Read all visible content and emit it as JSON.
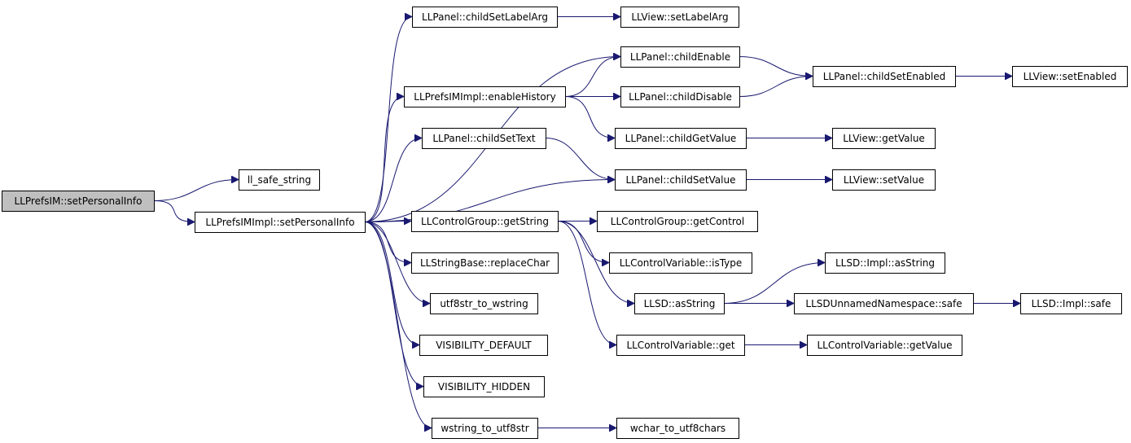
{
  "nodes": [
    {
      "id": "root",
      "label": "LLPrefsIM::setPersonalInfo",
      "root": true
    },
    {
      "id": "ll_safe_string",
      "label": "ll_safe_string"
    },
    {
      "id": "impl_setPersonalInfo",
      "label": "LLPrefsIMImpl::setPersonalInfo"
    },
    {
      "id": "childSetLabelArg",
      "label": "LLPanel::childSetLabelArg"
    },
    {
      "id": "view_setLabelArg",
      "label": "LLView::setLabelArg"
    },
    {
      "id": "childEnable",
      "label": "LLPanel::childEnable"
    },
    {
      "id": "enableHistory",
      "label": "LLPrefsIMImpl::enableHistory"
    },
    {
      "id": "childDisable",
      "label": "LLPanel::childDisable"
    },
    {
      "id": "childSetEnabled",
      "label": "LLPanel::childSetEnabled"
    },
    {
      "id": "view_setEnabled",
      "label": "LLView::setEnabled"
    },
    {
      "id": "childSetText",
      "label": "LLPanel::childSetText"
    },
    {
      "id": "childGetValue",
      "label": "LLPanel::childGetValue"
    },
    {
      "id": "view_getValue",
      "label": "LLView::getValue"
    },
    {
      "id": "childSetValue",
      "label": "LLPanel::childSetValue"
    },
    {
      "id": "view_setValue",
      "label": "LLView::setValue"
    },
    {
      "id": "cg_getString",
      "label": "LLControlGroup::getString"
    },
    {
      "id": "cg_getControl",
      "label": "LLControlGroup::getControl"
    },
    {
      "id": "replaceChar",
      "label": "LLStringBase::replaceChar"
    },
    {
      "id": "cv_isType",
      "label": "LLControlVariable::isType"
    },
    {
      "id": "impl_asString",
      "label": "LLSD::Impl::asString"
    },
    {
      "id": "utf8str_to_wstring",
      "label": "utf8str_to_wstring"
    },
    {
      "id": "llsd_asString",
      "label": "LLSD::asString"
    },
    {
      "id": "unnamed_safe",
      "label": "LLSDUnnamedNamespace::safe"
    },
    {
      "id": "impl_safe",
      "label": "LLSD::Impl::safe"
    },
    {
      "id": "vis_default",
      "label": "VISIBILITY_DEFAULT"
    },
    {
      "id": "cv_get",
      "label": "LLControlVariable::get"
    },
    {
      "id": "cv_getValue",
      "label": "LLControlVariable::getValue"
    },
    {
      "id": "vis_hidden",
      "label": "VISIBILITY_HIDDEN"
    },
    {
      "id": "wstring_to_utf8str",
      "label": "wstring_to_utf8str"
    },
    {
      "id": "wchar_to_utf8chars",
      "label": "wchar_to_utf8chars"
    }
  ],
  "edges": [
    [
      "root",
      "ll_safe_string"
    ],
    [
      "root",
      "impl_setPersonalInfo"
    ],
    [
      "impl_setPersonalInfo",
      "childSetLabelArg"
    ],
    [
      "impl_setPersonalInfo",
      "childEnable"
    ],
    [
      "impl_setPersonalInfo",
      "enableHistory"
    ],
    [
      "impl_setPersonalInfo",
      "childSetText"
    ],
    [
      "impl_setPersonalInfo",
      "childSetValue"
    ],
    [
      "impl_setPersonalInfo",
      "cg_getString"
    ],
    [
      "impl_setPersonalInfo",
      "replaceChar"
    ],
    [
      "impl_setPersonalInfo",
      "utf8str_to_wstring"
    ],
    [
      "impl_setPersonalInfo",
      "vis_default"
    ],
    [
      "impl_setPersonalInfo",
      "vis_hidden"
    ],
    [
      "impl_setPersonalInfo",
      "wstring_to_utf8str"
    ],
    [
      "childSetLabelArg",
      "view_setLabelArg"
    ],
    [
      "enableHistory",
      "childEnable"
    ],
    [
      "enableHistory",
      "childDisable"
    ],
    [
      "enableHistory",
      "childGetValue"
    ],
    [
      "childEnable",
      "childSetEnabled"
    ],
    [
      "childDisable",
      "childSetEnabled"
    ],
    [
      "childSetEnabled",
      "view_setEnabled"
    ],
    [
      "childGetValue",
      "view_getValue"
    ],
    [
      "childSetText",
      "childSetValue"
    ],
    [
      "childSetValue",
      "view_setValue"
    ],
    [
      "cg_getString",
      "cg_getControl"
    ],
    [
      "cg_getString",
      "cv_isType"
    ],
    [
      "cg_getString",
      "llsd_asString"
    ],
    [
      "cg_getString",
      "cv_get"
    ],
    [
      "llsd_asString",
      "impl_asString"
    ],
    [
      "llsd_asString",
      "unnamed_safe"
    ],
    [
      "unnamed_safe",
      "impl_safe"
    ],
    [
      "cv_get",
      "cv_getValue"
    ],
    [
      "wstring_to_utf8str",
      "wchar_to_utf8chars"
    ]
  ]
}
